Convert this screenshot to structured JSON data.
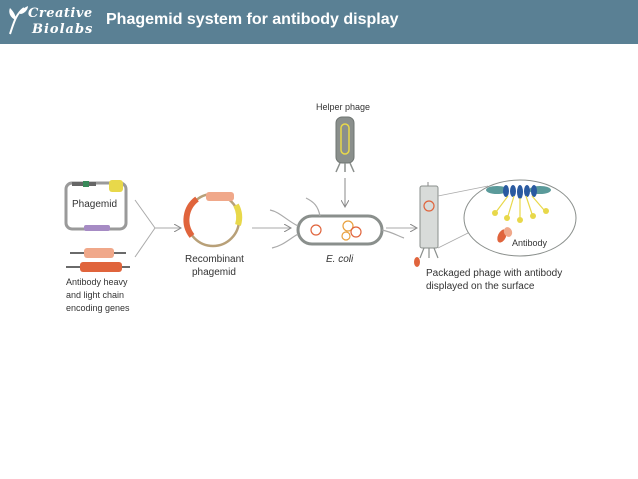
{
  "header": {
    "logo_line1": "Creative",
    "logo_line2": "Biolabs",
    "title": "Phagemid system for antibody display"
  },
  "diagram": {
    "helper_phage": "Helper phage",
    "phagemid": "Phagemid",
    "genes_line1": "Antibody heavy",
    "genes_line2": "and light chain",
    "genes_line3": "encoding genes",
    "recombinant_line1": "Recombinant",
    "recombinant_line2": "phagemid",
    "ecoli": "E. coli",
    "packaged_line1": "Packaged phage with antibody",
    "packaged_line2": "displayed on the surface",
    "antibody": "Antibody"
  },
  "colors": {
    "header_bg": "#5a8094",
    "yellow": "#e8d84a",
    "salmon": "#f0a88a",
    "orange_red": "#e0643c",
    "purple": "#a68bc4",
    "green": "#3a8a5a",
    "teal": "#5a9a9a",
    "blue": "#2a5aa0",
    "plasmid_tan": "#b8a078",
    "phage_gray": "#8a8f8c"
  }
}
